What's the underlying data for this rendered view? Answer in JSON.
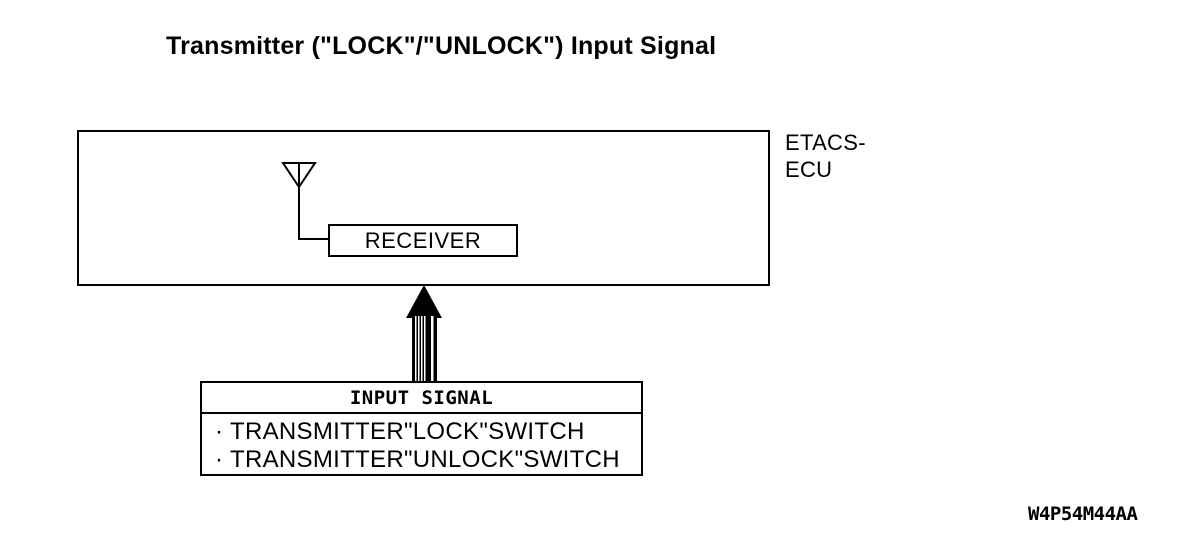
{
  "page": {
    "title": "Transmitter (\"LOCK\"/\"UNLOCK\") Input Signal",
    "figure_code": "W4P54M44AA"
  },
  "ecu_box": {
    "label_line1": "ETACS-",
    "label_line2": "ECU"
  },
  "receiver": {
    "label": "RECEIVER"
  },
  "input_signal_box": {
    "header": "INPUT SIGNAL",
    "bullet": "·",
    "items": [
      "TRANSMITTER\"LOCK\"SWITCH",
      "TRANSMITTER\"UNLOCK\"SWITCH"
    ]
  },
  "icons": {
    "antenna": "antenna-icon",
    "signal_arrow": "arrow-up-icon"
  },
  "colors": {
    "ink": "#000000",
    "background": "#ffffff"
  }
}
